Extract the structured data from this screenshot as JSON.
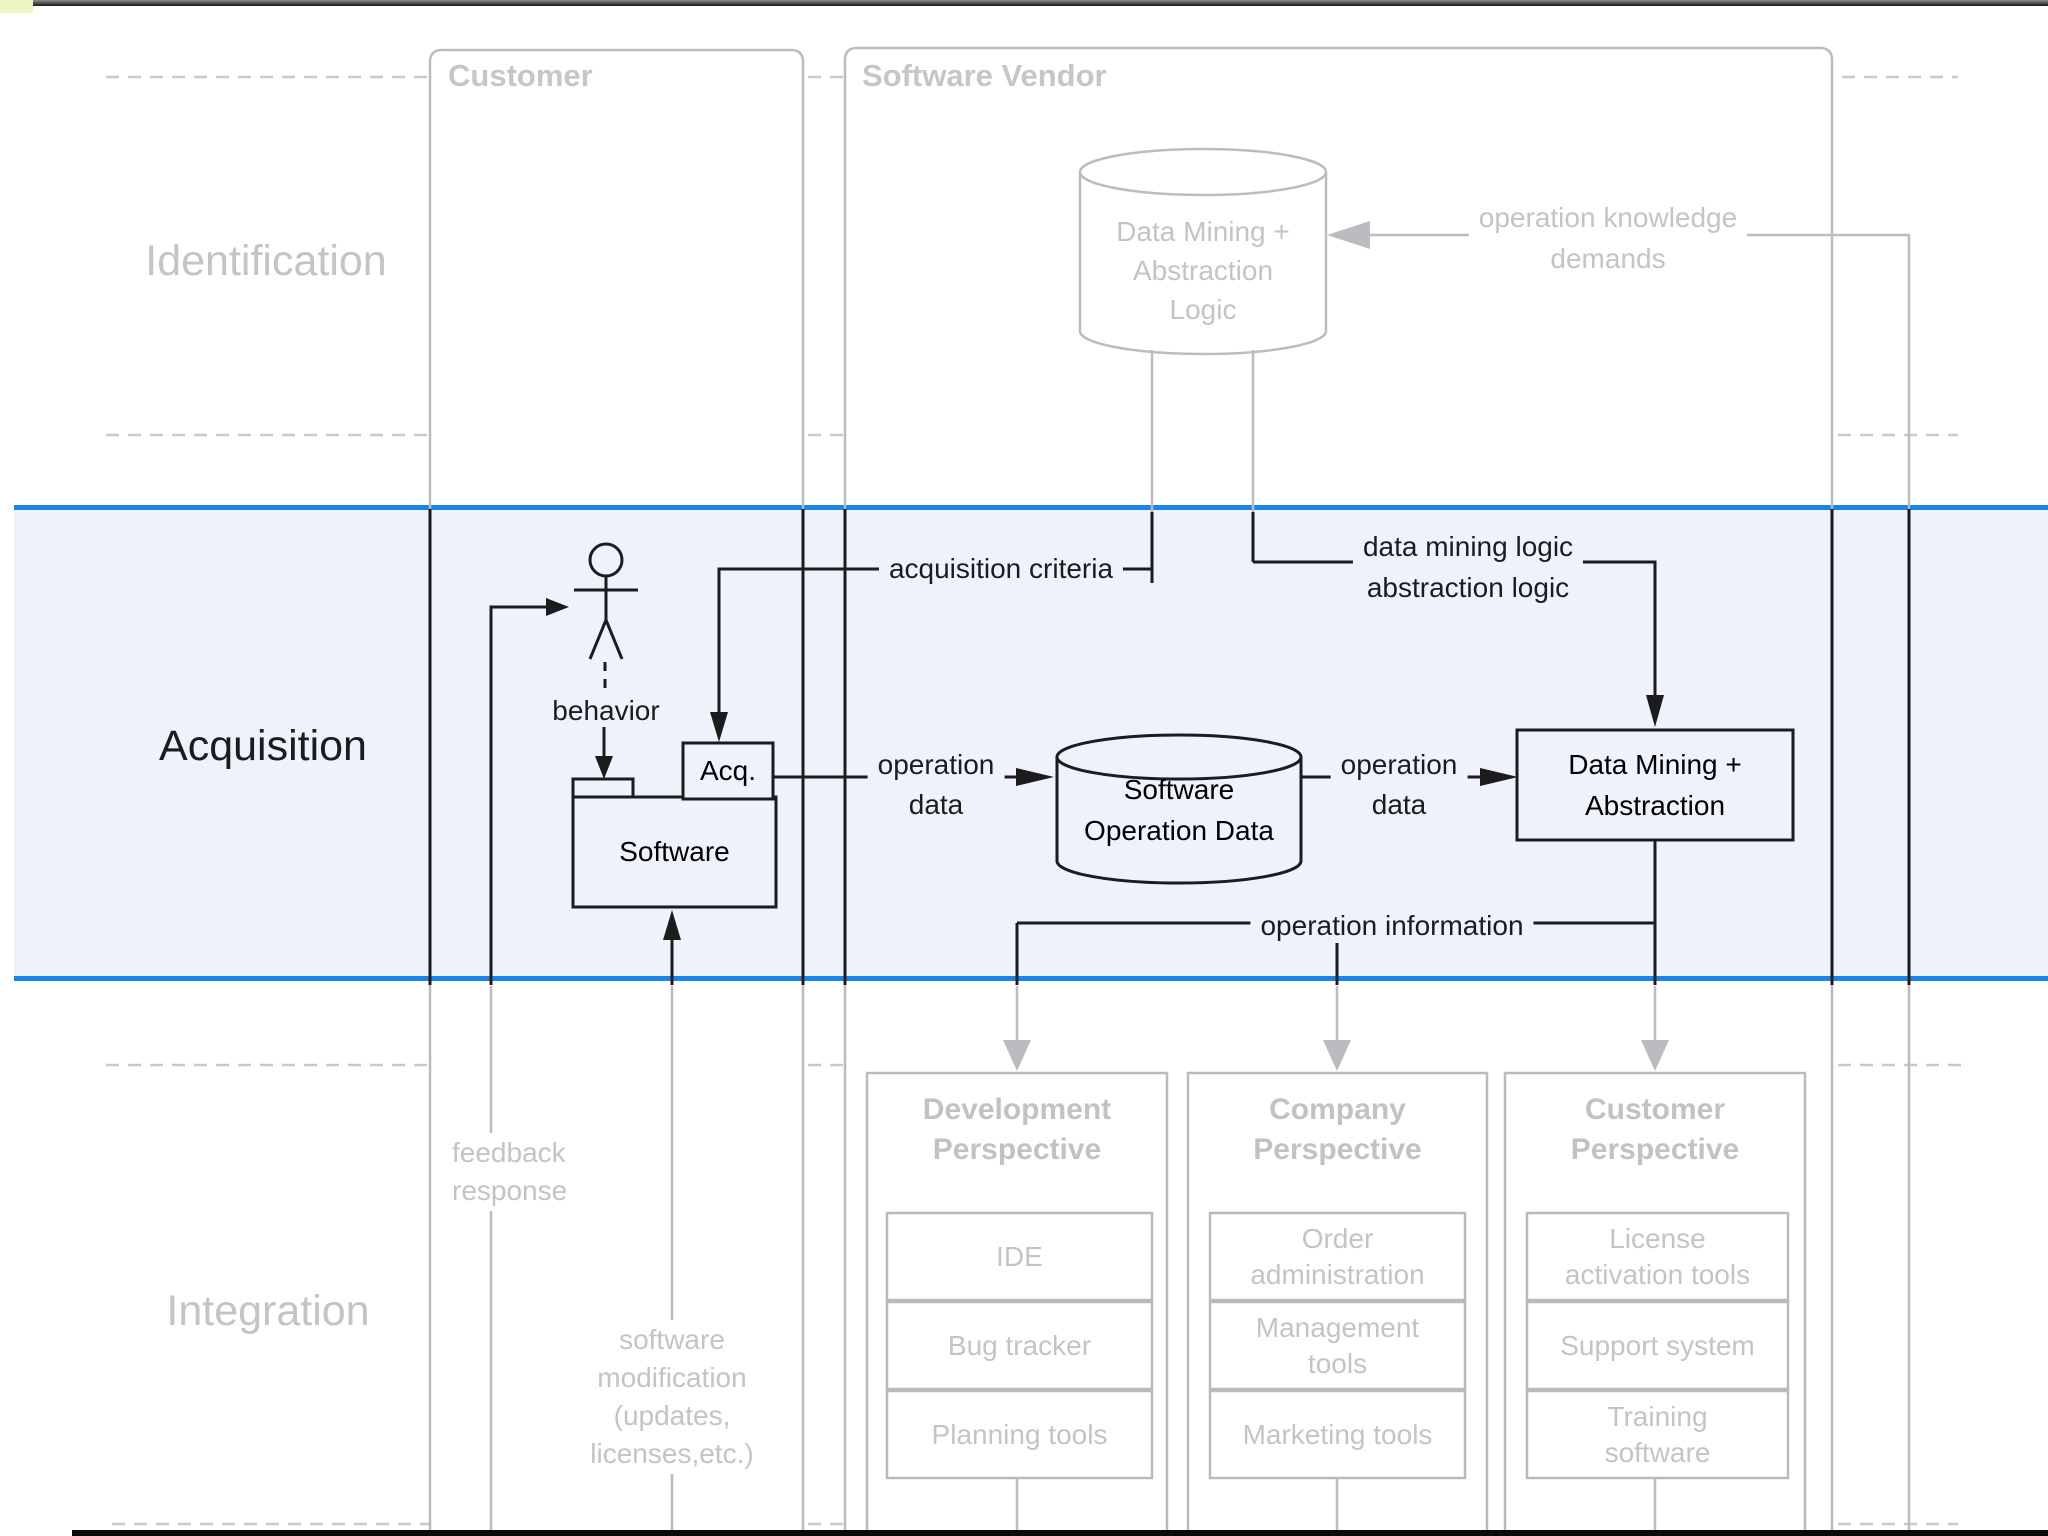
{
  "colors": {
    "highlight_border": "#1b84e9",
    "highlight_fill": "#eef2fb",
    "inactive_gray": "#c3c3c8",
    "line_black": "#1c1c1e",
    "corner_chip": "#f0f6c3"
  },
  "phases": {
    "identification": "Identification",
    "acquisition": "Acquisition",
    "integration": "Integration"
  },
  "lanes": {
    "customer": "Customer",
    "software_vendor": "Software Vendor"
  },
  "identification_items": {
    "logic_store": [
      "Data Mining +",
      "Abstraction",
      "Logic"
    ],
    "knowledge_demands": [
      "operation knowledge",
      "demands"
    ]
  },
  "acquisition_items": {
    "acquisition_criteria": "acquisition criteria",
    "mining_logic_flow": [
      "data mining logic",
      "abstraction logic"
    ],
    "behavior": "behavior",
    "acq_component": "Acq.",
    "software_package": "Software",
    "operation_data_in": [
      "operation",
      "data"
    ],
    "operation_store": [
      "Software",
      "Operation Data"
    ],
    "operation_data_out": [
      "operation",
      "data"
    ],
    "mining_process": [
      "Data Mining +",
      "Abstraction"
    ],
    "operation_information": "operation information"
  },
  "integration_items": {
    "feedback": [
      "feedback",
      "response"
    ],
    "software_modification": [
      "software",
      "modification",
      "(updates,",
      "licenses,etc.)"
    ],
    "perspectives": [
      {
        "title": [
          "Development",
          "Perspective"
        ],
        "tools": [
          [
            "IDE"
          ],
          [
            "Bug tracker"
          ],
          [
            "Planning tools"
          ]
        ]
      },
      {
        "title": [
          "Company",
          "Perspective"
        ],
        "tools": [
          [
            "Order",
            "administration"
          ],
          [
            "Management",
            "tools"
          ],
          [
            "Marketing tools"
          ]
        ]
      },
      {
        "title": [
          "Customer",
          "Perspective"
        ],
        "tools": [
          [
            "License",
            "activation tools"
          ],
          [
            "Support system"
          ],
          [
            "Training",
            "software"
          ]
        ]
      }
    ]
  }
}
